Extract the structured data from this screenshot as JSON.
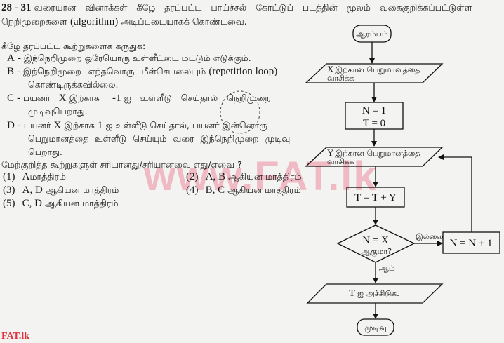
{
  "question": {
    "range_label": "28 - 31",
    "intro_line1": "வரையான வினாக்கள் கீழே தரப்பட்ட பாய்ச்சல் கோட்டுப் படத்தின் மூலம் வகைகுறிக்கப்பட்டுள்ள",
    "intro_line2_pre": "நெறிமுறைகளை",
    "intro_line2_en": "(algorithm)",
    "intro_line2_post": "அடிப்படையாகக் கொண்டவை.",
    "consider": "கீழே தரப்பட்ட கூற்றுகளைக் கருதுக:",
    "statements": [
      {
        "label": "A",
        "line1": "இந்நெறிமுறை ஒரேயொரு உள்ளீட்டை மட்டும் எடுக்கும்.",
        "line2": ""
      },
      {
        "label": "B",
        "line1_pre": "இந்நெறிமுறை எந்தவொரு மீள்செயலையும்",
        "line1_en": "(repetition loop)",
        "line2": "கொண்டிருக்கவில்லை."
      },
      {
        "label": "C",
        "line1_pre": "பயனர்",
        "var": "X",
        "line1_mid": "இற்காக",
        "value": "-1",
        "line1_post": "ஐ உள்ளீடு செய்தால் நெறிமுறை",
        "line2": "முடிவுபெறாது."
      },
      {
        "label": "D",
        "line1_pre": "பயனர்",
        "var": "X",
        "line1_mid": "இற்காக",
        "value": "1",
        "line1_post": "ஐ உள்ளீடு செய்தால், பயனர் இன்னொரு",
        "line2": "பெறுமானத்தை உள்ளீடு செய்யும் வரை இந்நெறிமுறை முடிவு",
        "line3": "பெறாது."
      }
    ],
    "prompt": "மேற்குறித்த கூற்றுகளுள் சரியானது/சரியானவை எது/எவை ?",
    "options": [
      {
        "num": "(1)",
        "text_en": "A",
        "text_ta": "மாத்திரம்"
      },
      {
        "num": "(2)",
        "text_en": "A, B",
        "text_ta": "ஆகியன மாத்திரம்"
      },
      {
        "num": "(3)",
        "text_en": "A, D",
        "text_ta": "ஆகியன மாத்திரம்"
      },
      {
        "num": "(4)",
        "text_en": "B, C",
        "text_ta": "ஆகியன மாத்திரம்"
      },
      {
        "num": "(5)",
        "text_en": "C, D",
        "text_ta": "ஆகியன மாத்திரம்"
      }
    ]
  },
  "flowchart": {
    "start": "ஆரம்பம்",
    "input_x_line1": "X இற்கான பெறுமானத்தை",
    "input_x_line2": "வாசிக்க",
    "init_line1": "N = 1",
    "init_line2": "T = 0",
    "input_y_line1": "Y இற்கான பெறுமானத்தை",
    "input_y_line2": "வாசிக்க",
    "accumulate": "T = T + Y",
    "decision_line1": "N = X",
    "decision_line2": "ஆகுமா?",
    "no_label": "இல்லை",
    "yes_label": "ஆம்",
    "increment": "N = N + 1",
    "output": "T ஐ அச்சிடுக.",
    "end": "முடிவு"
  },
  "watermark": "www.FAT.lk",
  "footer_mark": "FAT.lk"
}
